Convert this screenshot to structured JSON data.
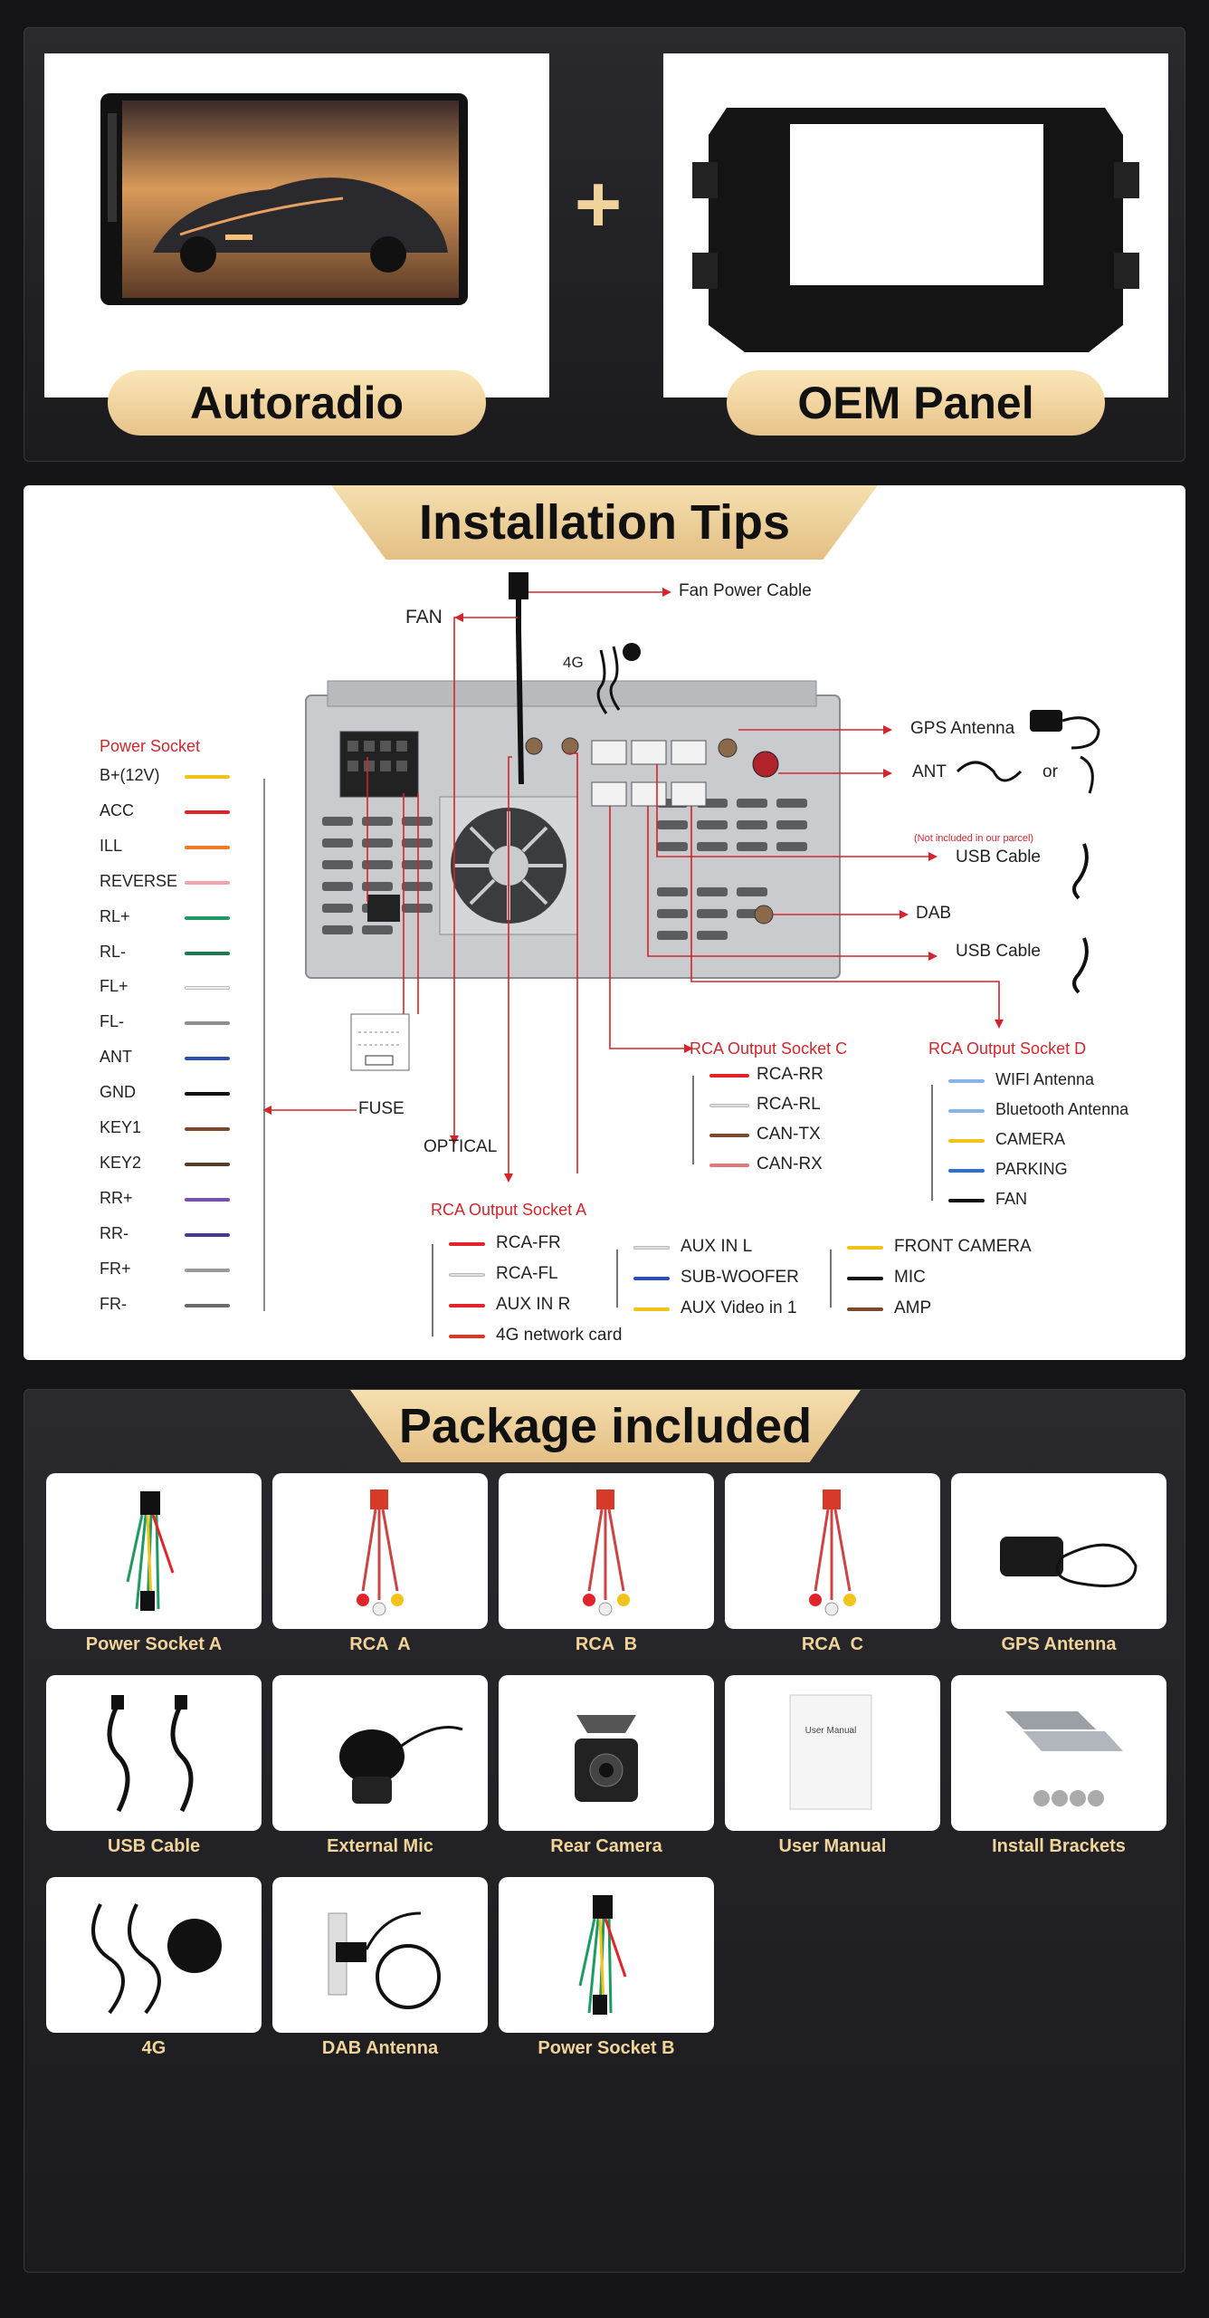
{
  "top": {
    "left_label": "Autoradio",
    "plus": "+",
    "right_label": "OEM Panel"
  },
  "installation": {
    "title": "Installation Tips",
    "fan": "FAN",
    "fan_power_cable": "Fan Power Cable",
    "fourg": "4G",
    "gps_antenna": "GPS Antenna",
    "ant": "ANT",
    "or": "or",
    "not_included": "(Not included in our parcel)",
    "usb_cable_1": "USB Cable",
    "dab": "DAB",
    "usb_cable_2": "USB Cable",
    "fuse": "FUSE",
    "optical": "OPTICAL",
    "power_socket_title": "Power Socket",
    "power_socket": [
      {
        "label": "B+(12V)",
        "color": "#f2c31a"
      },
      {
        "label": "ACC",
        "color": "#e0242a"
      },
      {
        "label": "ILL",
        "color": "#f07a22"
      },
      {
        "label": "REVERSE",
        "color": "#f4a3a8"
      },
      {
        "label": "RL+",
        "color": "#1f9a62"
      },
      {
        "label": "RL-",
        "color": "#1b7a50"
      },
      {
        "label": "FL+",
        "color": "#eeeeee"
      },
      {
        "label": "FL-",
        "color": "#8e8e8e"
      },
      {
        "label": "ANT",
        "color": "#2d4fb4"
      },
      {
        "label": "GND",
        "color": "#111111"
      },
      {
        "label": "KEY1",
        "color": "#7b4a2a"
      },
      {
        "label": "KEY2",
        "color": "#5a3a22"
      },
      {
        "label": "RR+",
        "color": "#7a4fb3"
      },
      {
        "label": "RR-",
        "color": "#4a3a8a"
      },
      {
        "label": "FR+",
        "color": "#9a9a9a"
      },
      {
        "label": "FR-",
        "color": "#6a6a6a"
      }
    ],
    "rca_c_title": "RCA Output Socket C",
    "rca_c": [
      {
        "label": "RCA-RR",
        "color": "#e0242a"
      },
      {
        "label": "RCA-RL",
        "color": "#dddddd"
      },
      {
        "label": "CAN-TX",
        "color": "#7b4a2a"
      },
      {
        "label": "CAN-RX",
        "color": "#e07a7a"
      }
    ],
    "rca_d_title": "RCA Output Socket D",
    "rca_d": [
      {
        "label": "WIFI Antenna",
        "color": "#8ab4e8"
      },
      {
        "label": "Bluetooth Antenna",
        "color": "#8ab4e8"
      },
      {
        "label": "CAMERA",
        "color": "#f2c31a"
      },
      {
        "label": "PARKING",
        "color": "#2d6fd4"
      },
      {
        "label": "FAN",
        "color": "#111111"
      }
    ],
    "rca_a_title": "RCA Output Socket A",
    "rca_a": [
      {
        "label": "RCA-FR",
        "color": "#e0242a"
      },
      {
        "label": "RCA-FL",
        "color": "#dddddd"
      },
      {
        "label": "AUX IN R",
        "color": "#e0242a"
      },
      {
        "label": "4G network card",
        "color": "#d83a2a"
      }
    ],
    "aux": [
      {
        "label": "AUX IN L",
        "color": "#dddddd"
      },
      {
        "label": "SUB-WOOFER",
        "color": "#2d4fb4"
      },
      {
        "label": "AUX Video in 1",
        "color": "#f2c31a"
      }
    ],
    "misc": [
      {
        "label": "FRONT CAMERA",
        "color": "#f2c31a"
      },
      {
        "label": "MIC",
        "color": "#111111"
      },
      {
        "label": "AMP",
        "color": "#7b4a2a"
      }
    ]
  },
  "package": {
    "title": "Package included",
    "items": [
      {
        "label": "Power Socket A",
        "icon": "power-socket-harness-icon"
      },
      {
        "label": "RCA  A",
        "icon": "rca-cable-icon"
      },
      {
        "label": "RCA  B",
        "icon": "rca-cable-icon"
      },
      {
        "label": "RCA  C",
        "icon": "rca-cable-icon"
      },
      {
        "label": "GPS Antenna",
        "icon": "gps-antenna-icon"
      },
      {
        "label": "USB Cable",
        "icon": "usb-cable-icon"
      },
      {
        "label": "External Mic",
        "icon": "microphone-icon"
      },
      {
        "label": "Rear Camera",
        "icon": "camera-icon"
      },
      {
        "label": "User Manual",
        "icon": "manual-icon"
      },
      {
        "label": "Install Brackets",
        "icon": "bracket-icon"
      },
      {
        "label": "4G",
        "icon": "4g-antenna-icon"
      },
      {
        "label": "DAB Antenna",
        "icon": "dab-antenna-icon"
      },
      {
        "label": "Power Socket B",
        "icon": "power-socket-harness-icon"
      }
    ],
    "manual_text": "User Manual"
  }
}
